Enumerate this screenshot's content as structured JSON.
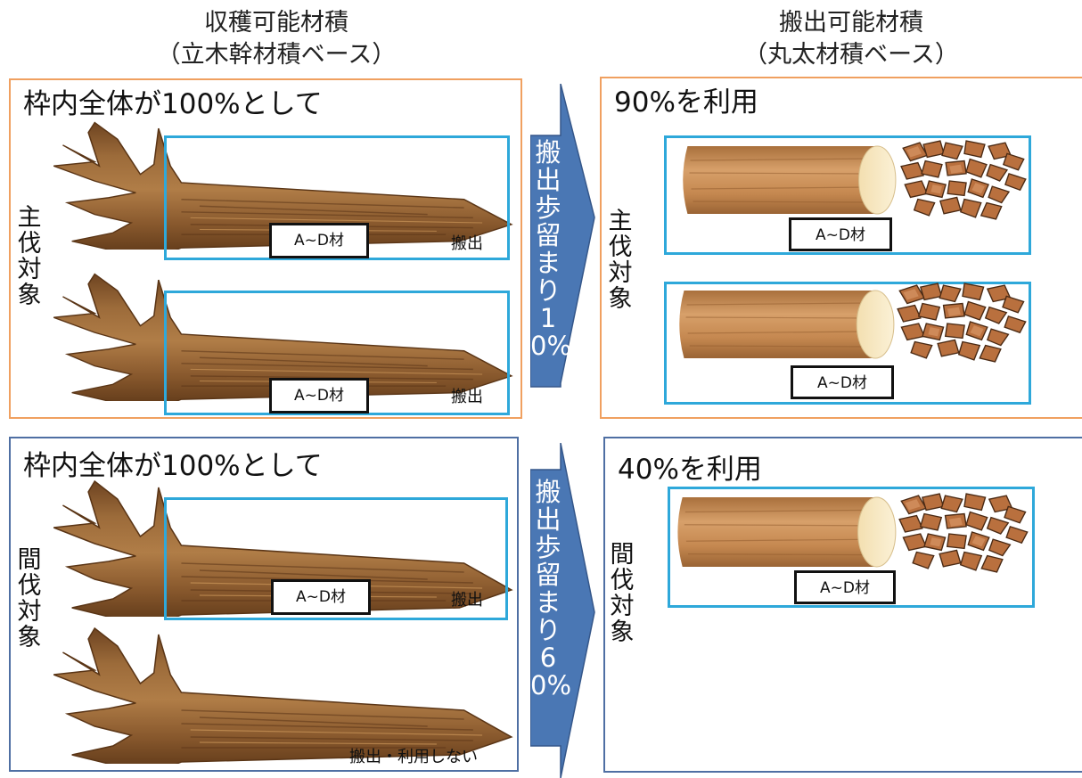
{
  "headers": {
    "harvestable": {
      "line1": "収穫可能材積",
      "line2": "（立木幹材積ベース）"
    },
    "extractable": {
      "line1": "搬出可能材積",
      "line2": "（丸太材積ベース）"
    }
  },
  "left_panels": {
    "final_felling": {
      "title": "枠内全体が100%として",
      "label": "主伐対象",
      "trees": [
        {
          "grade_tag": "A~D材",
          "status": "搬出"
        },
        {
          "grade_tag": "A~D材",
          "status": "搬出"
        }
      ]
    },
    "thinning": {
      "title": "枠内全体が100%として",
      "label": "間伐対象",
      "trees": [
        {
          "grade_tag": "A~D材",
          "status": "搬出"
        },
        {
          "status": "搬出・利用しない"
        }
      ]
    }
  },
  "arrows": {
    "final_felling": {
      "text": "搬出歩留まり10%"
    },
    "thinning": {
      "text": "搬出歩留まり60%"
    }
  },
  "right_panels": {
    "final_felling": {
      "title": "90%を利用",
      "label": "主伐対象",
      "logs": [
        {
          "grade_tag": "A~D材"
        },
        {
          "grade_tag": "A~D材"
        }
      ]
    },
    "thinning": {
      "title": "40%を利用",
      "label": "間伐対象",
      "logs": [
        {
          "grade_tag": "A~D材"
        }
      ]
    }
  },
  "colors": {
    "orange_frame": "#f0a060",
    "blue_frame": "#4f6fa3",
    "cyan_box": "#2ea8da",
    "arrow_fill": "#4a77b4",
    "wood": "#8b5a2b"
  }
}
